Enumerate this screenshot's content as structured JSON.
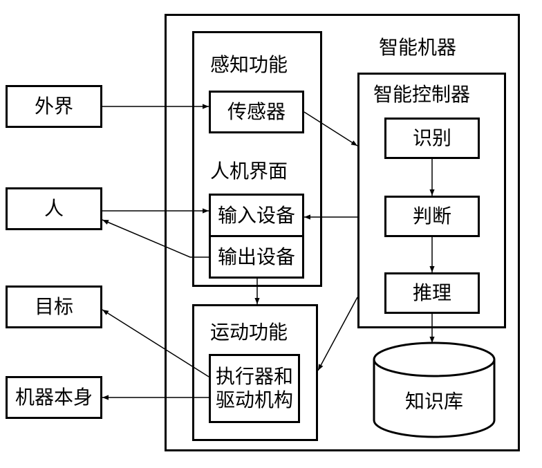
{
  "external": {
    "outside": "外界",
    "person": "人",
    "target": "目标",
    "machine_body": "机器本身"
  },
  "machine": {
    "title": "智能机器",
    "perception": {
      "title": "感知功能",
      "sensor": "传感器"
    },
    "hmi": {
      "title": "人机界面",
      "input": "输入设备",
      "output": "输出设备"
    },
    "motion": {
      "title": "运动功能",
      "actuator_line1": "执行器和",
      "actuator_line2": "驱动机构"
    },
    "controller": {
      "title": "智能控制器",
      "recognize": "识别",
      "judge": "判断",
      "reason": "推理"
    },
    "knowledge_base": "知识库"
  }
}
